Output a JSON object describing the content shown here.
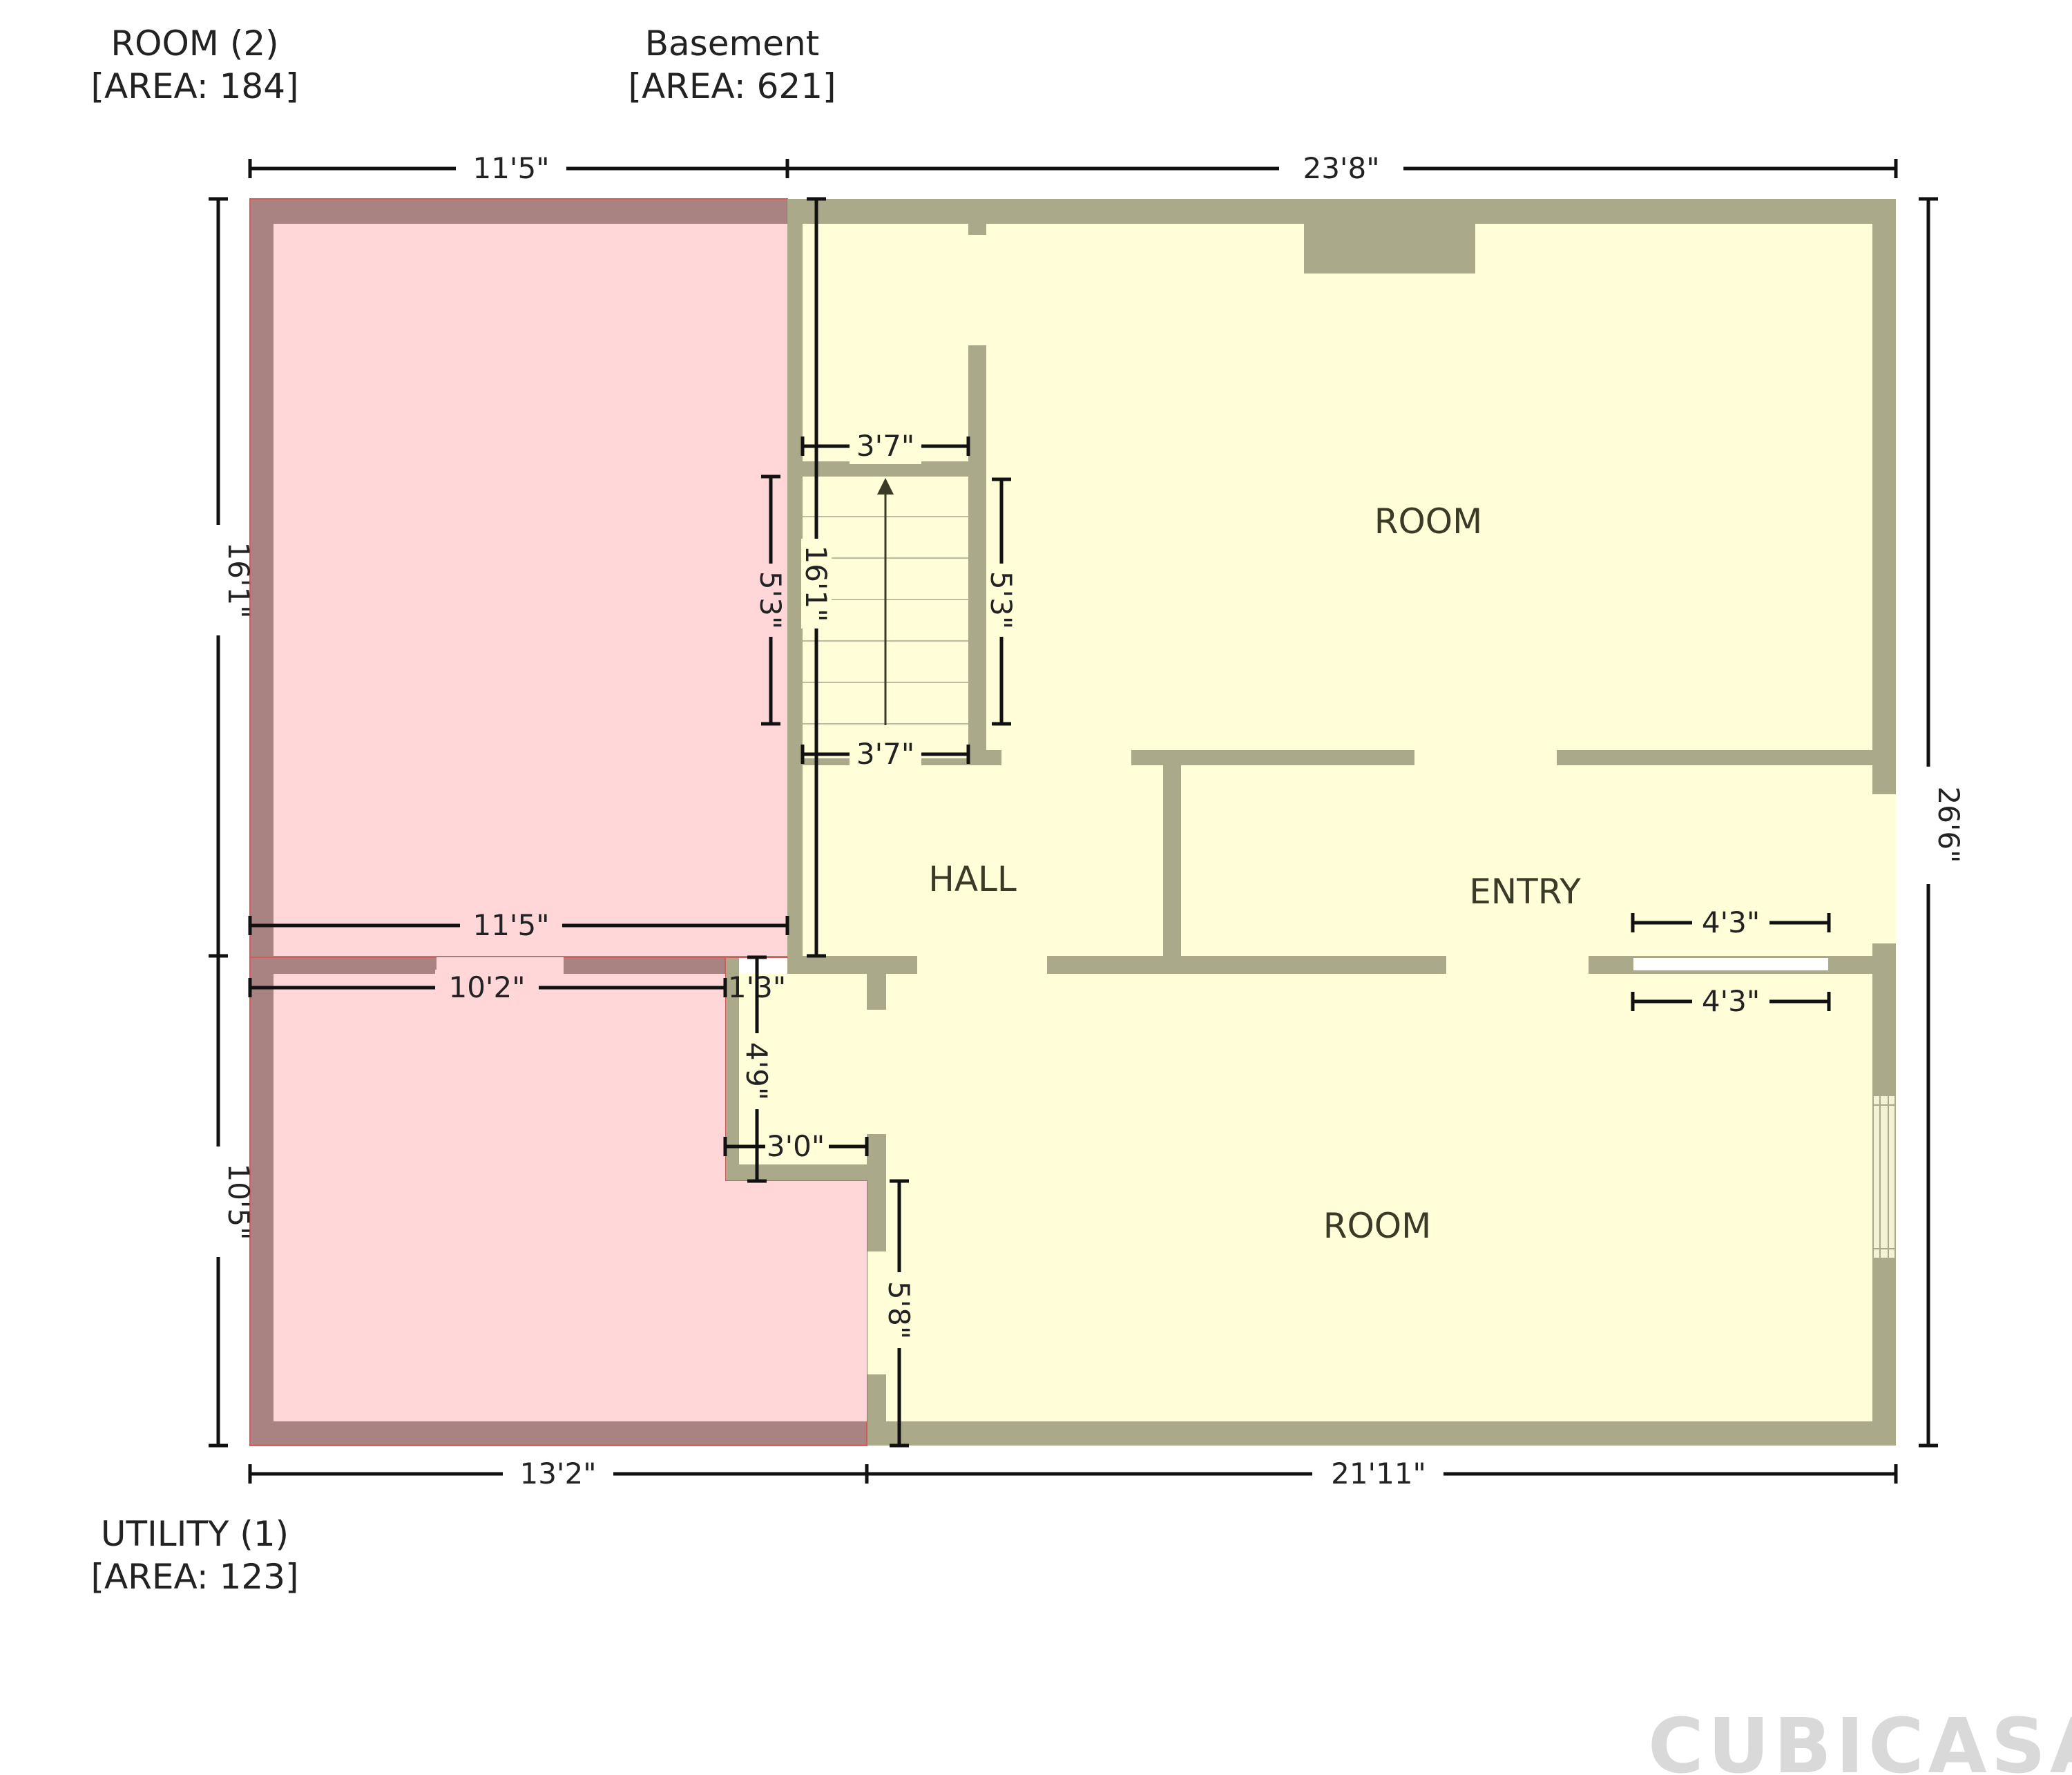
{
  "areas": {
    "room2": {
      "name": "ROOM (2)",
      "area": "[AREA: 184]"
    },
    "basement": {
      "name": "Basement",
      "area": "[AREA: 621]"
    },
    "utility": {
      "name": "UTILITY (1)",
      "area": "[AREA: 123]"
    }
  },
  "rooms": {
    "room_top": "ROOM",
    "room_bottom": "ROOM",
    "hall": "HALL",
    "entry": "ENTRY"
  },
  "dimensions": {
    "top_left": "11'5\"",
    "top_right": "23'8\"",
    "bottom_left": "13'2\"",
    "bottom_right": "21'11\"",
    "left_upper": "16'1\"",
    "left_lower": "10'5\"",
    "right": "26'6\"",
    "inner_11_5": "11'5\"",
    "inner_10_2": "10'2\"",
    "inner_1_3": "1'3\"",
    "inner_4_9": "4'9\"",
    "inner_3_0": "3'0\"",
    "inner_5_8": "5'8\"",
    "stair_top_3_7": "3'7\"",
    "stair_bottom_3_7": "3'7\"",
    "stair_left_5_3": "5'3\"",
    "stair_right_5_3": "5'3\"",
    "stair_16_1": "16'1\"",
    "entry_4_3_top": "4'3\"",
    "entry_4_3_bottom": "4'3\""
  },
  "colors": {
    "wall": "#aaa98a",
    "floor": "#fffed8",
    "pink_floor": "#ffd7d9",
    "pink_wall": "#a98282",
    "logo": "#d9d9d9"
  },
  "logo": "CUBICASA"
}
